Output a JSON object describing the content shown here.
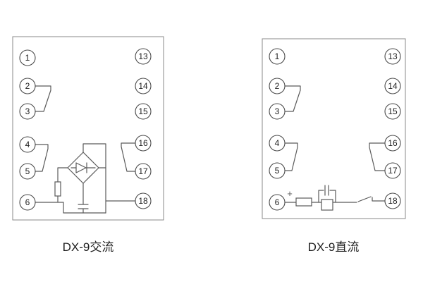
{
  "colors": {
    "line": "#5a5a5a",
    "terminal": "#4a4a4a",
    "text": "#1e1e1e",
    "border": "#8a8a8a",
    "background": "#ffffff"
  },
  "diagrams": [
    {
      "caption": "DX-9交流",
      "terminals_left": [
        "1",
        "2",
        "3",
        "4",
        "5",
        "6"
      ],
      "terminals_right": [
        "13",
        "14",
        "15",
        "16",
        "17",
        "18"
      ],
      "components": [
        "contact-2-3",
        "contact-4-5",
        "contact-16-17",
        "resistor",
        "bridge-rectifier-with-diode",
        "capacitor"
      ]
    },
    {
      "caption": "DX-9直流",
      "polarity_label": "+",
      "terminals_left": [
        "1",
        "2",
        "3",
        "4",
        "5",
        "6"
      ],
      "terminals_right": [
        "13",
        "14",
        "15",
        "16",
        "17",
        "18"
      ],
      "components": [
        "contact-2-3",
        "contact-4-5",
        "contact-16-17",
        "series-resistor",
        "parallel-capacitor",
        "coil",
        "output-contact-18"
      ]
    }
  ]
}
